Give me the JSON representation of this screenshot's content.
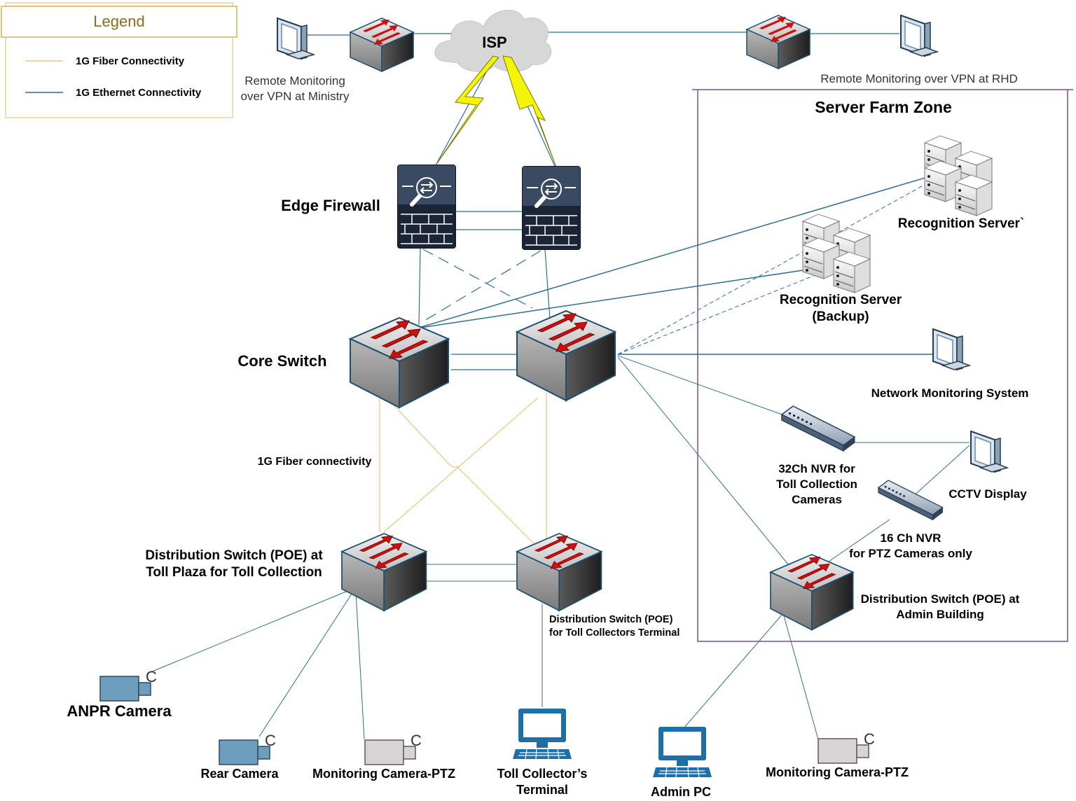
{
  "legend": {
    "title": "Legend",
    "fiber_label": "1G Fiber Connectivity",
    "ethernet_label": "1G Ethernet Connectivity"
  },
  "colors": {
    "fiber": "#e8c57a",
    "ethernet": "#2f6f8f",
    "zone_border": "#7a4f9a",
    "switch_arrow": "#cc1111",
    "camera_blue": "#6f9dbd",
    "camera_grey": "#d9d4d4"
  },
  "labels": {
    "isp": "ISP",
    "remote_ministry_line1": "Remote Monitoring",
    "remote_ministry_line2": "over VPN at Ministry",
    "remote_rhd": "Remote Monitoring over VPN at RHD",
    "server_farm_zone": "Server Farm Zone",
    "edge_firewall": "Edge Firewall",
    "core_switch": "Core Switch",
    "recognition_server": "Recognition Server`",
    "recognition_backup_line1": "Recognition Server",
    "recognition_backup_line2": "(Backup)",
    "network_monitoring": "Network Monitoring System",
    "nvr32_line1": "32Ch NVR for",
    "nvr32_line2": "Toll Collection",
    "nvr32_line3": "Cameras",
    "cctv_display": "CCTV Display",
    "nvr16_line1": "16 Ch NVR",
    "nvr16_line2": "for PTZ Cameras only",
    "fiber_connectivity": "1G Fiber connectivity",
    "dist_toll_line1": "Distribution Switch (POE) at",
    "dist_toll_line2": "Toll Plaza for Toll Collection",
    "dist_collectors_line1": "Distribution Switch (POE)",
    "dist_collectors_line2": "for Toll Collectors Terminal",
    "dist_admin_line1": "Distribution Switch (POE) at",
    "dist_admin_line2": "Admin Building",
    "anpr_camera": "ANPR Camera",
    "rear_camera": "Rear Camera",
    "monitoring_ptz_1": "Monitoring Camera-PTZ",
    "toll_terminal_line1": "Toll Collector’s",
    "toll_terminal_line2": "Terminal",
    "admin_pc": "Admin PC",
    "monitoring_ptz_2": "Monitoring Camera-PTZ",
    "camera_c": "C"
  }
}
